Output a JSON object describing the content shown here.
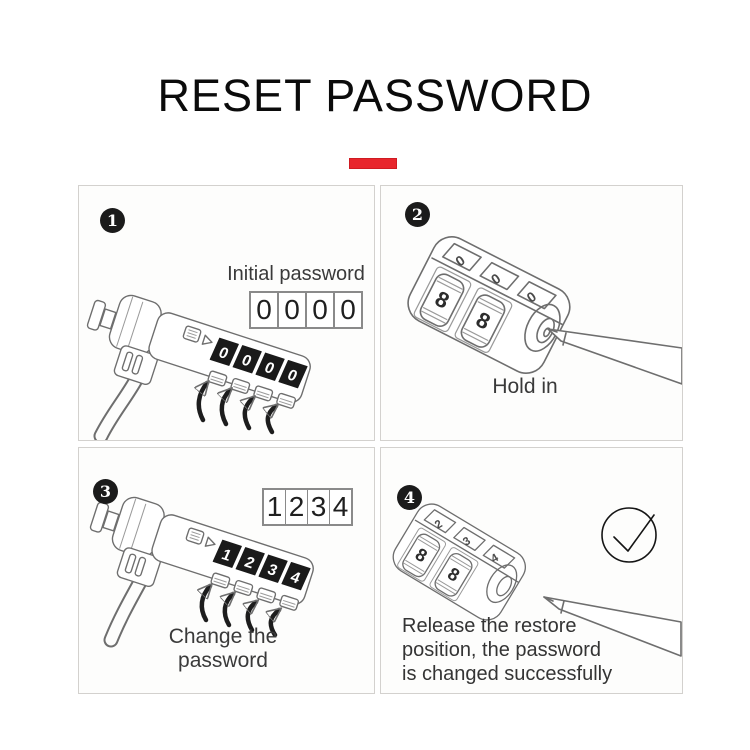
{
  "title": "RESET PASSWORD",
  "colors": {
    "accent_red": "#e8262d",
    "badge_black": "#1b1b1b",
    "line_art_gray": "#6e6e6e",
    "caption_gray": "#3a3a3a"
  },
  "steps": [
    {
      "number": "1",
      "caption": "Initial password",
      "board_digits": [
        "0",
        "0",
        "0",
        "0"
      ],
      "dial_digits": [
        "0",
        "0",
        "0",
        "0"
      ]
    },
    {
      "number": "2",
      "caption": "Hold in",
      "top_window_digits": [
        "0",
        "0",
        "0"
      ],
      "dial_digits": [
        "8",
        "8"
      ]
    },
    {
      "number": "3",
      "caption": "Change the password",
      "board_digits": [
        "1",
        "2",
        "3",
        "4"
      ],
      "dial_digits": [
        "1",
        "2",
        "3",
        "4"
      ]
    },
    {
      "number": "4",
      "caption": "Release the restore position, the password is changed successfully",
      "caption_lines": [
        "Release the restore",
        "position, the password",
        "is changed successfully"
      ],
      "top_window_digits": [
        "2",
        "3",
        "4"
      ],
      "dial_digits": [
        "8",
        "8"
      ],
      "status_icon": "check-circle"
    }
  ]
}
